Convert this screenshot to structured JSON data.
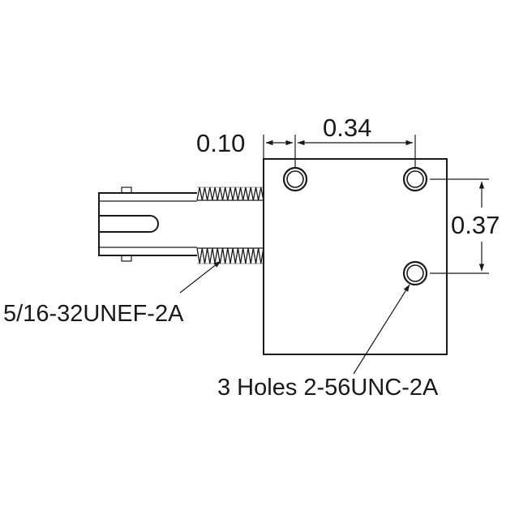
{
  "dimensions": {
    "offset_left": "0.10",
    "hole_spacing_horizontal": "0.34",
    "hole_spacing_vertical": "0.37"
  },
  "callouts": {
    "thread_spec": "5/16-32UNEF-2A",
    "holes_spec": "3 Holes 2-56UNC-2A"
  },
  "colors": {
    "line": "#1a1a1a",
    "background": "#ffffff"
  }
}
